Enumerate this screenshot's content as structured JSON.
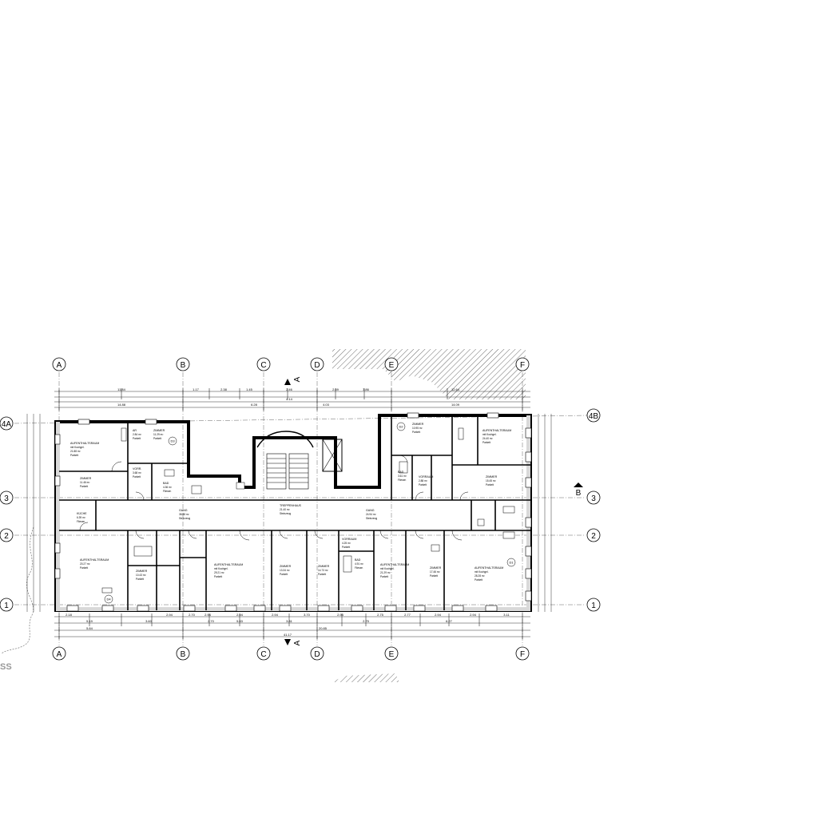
{
  "grid_axes": {
    "columns": [
      "A",
      "B",
      "C",
      "D",
      "E",
      "F"
    ],
    "rows": [
      "4A",
      "4B",
      "3",
      "2",
      "1"
    ],
    "row_3_left": "3",
    "row_3_right": "3",
    "row_2_left": "2",
    "row_2_right": "2",
    "row_1_left": "1",
    "row_1_right": "1"
  },
  "section_markers": {
    "a_top": "A",
    "a_bottom": "A",
    "b_right": "B"
  },
  "dimensions": {
    "top_row1": [
      "11.84",
      "1.17",
      "2.38",
      "1.45",
      "2.46",
      "2.69",
      "3.86",
      "12.64"
    ],
    "top_row2": [
      "14.88",
      "6.28",
      "4.14",
      "4.03",
      "14.09"
    ],
    "bottom_row1": [
      "2.18",
      "2.94",
      "2.70",
      "2.94",
      "2.94",
      "2.94",
      "3.70",
      "2.94",
      "2.75",
      "2.77",
      "2.94",
      "2.94",
      "3.11"
    ],
    "bottom_row2": [
      "5.19",
      "3.60",
      "2.70",
      "5.83",
      "3.81",
      "2.75",
      "6.27"
    ],
    "bottom_row3": [
      "5.84",
      "41.17",
      "20.85"
    ]
  },
  "rooms": [
    {
      "name": "AUFENTHALTSRAUM",
      "sub": "mit Kochgel.",
      "area": "21.88 m²",
      "floor": "Parkett"
    },
    {
      "name": "AR",
      "sub": "",
      "area": "2.84 m²",
      "floor": "Parkett"
    },
    {
      "name": "ZIMMER",
      "sub": "",
      "area": "11.29 m²",
      "floor": "Parkett"
    },
    {
      "name": "ZIMMER",
      "sub": "",
      "area": "11.46 m²",
      "floor": "Parkett"
    },
    {
      "name": "VORR.",
      "sub": "",
      "area": "3.68 m²",
      "floor": "Parkett"
    },
    {
      "name": "BAD",
      "sub": "",
      "area": "4.36 m²",
      "floor": "Fliesen"
    },
    {
      "name": "KÜCHE",
      "sub": "",
      "area": "6.39 m²",
      "floor": "Fliesen"
    },
    {
      "name": "GANG",
      "sub": "",
      "area": "38.88 m²",
      "floor": "Steinzeug"
    },
    {
      "name": "TREPPENHAUS",
      "sub": "",
      "area": "21.40 m²",
      "floor": "Steinzeug"
    },
    {
      "name": "GANG",
      "sub": "",
      "area": "24.94 m²",
      "floor": "Steinzeug"
    },
    {
      "name": "ZIMMER",
      "sub": "",
      "area": "10.95 m²",
      "floor": "Parkett"
    },
    {
      "name": "AUFENTHALTSRAUM",
      "sub": "mit Kochgel.",
      "area": "24.40 m²",
      "floor": "Parkett"
    },
    {
      "name": "ZIMMER",
      "sub": "",
      "area": "15.45 m²",
      "floor": "Parkett"
    },
    {
      "name": "BAD",
      "sub": "",
      "area": "3.61 m²",
      "floor": "Fliesen"
    },
    {
      "name": "VORRAUM",
      "sub": "",
      "area": "2.88 m²",
      "floor": "Parkett"
    },
    {
      "name": "AUFENTHALTSRAUM",
      "sub": "",
      "area": "20.27 m²",
      "floor": "Parkett"
    },
    {
      "name": "ZIMMER",
      "sub": "",
      "area": "10.43 m²",
      "floor": "Parkett"
    },
    {
      "name": "AUFENTHALTSRAUM",
      "sub": "mit Kochgel.",
      "area": "29.21 m²",
      "floor": "Parkett"
    },
    {
      "name": "ZIMMER",
      "sub": "",
      "area": "13.34 m²",
      "floor": "Parkett"
    },
    {
      "name": "ZIMMER",
      "sub": "",
      "area": "14.73 m²",
      "floor": "Parkett"
    },
    {
      "name": "VORRAUM",
      "sub": "",
      "area": "4.25 m²",
      "floor": "Parkett"
    },
    {
      "name": "BAD",
      "sub": "",
      "area": "4.91 m²",
      "floor": "Fliesen"
    },
    {
      "name": "AUFENTHALTSRAUM",
      "sub": "mit Kochgel.",
      "area": "21.29 m²",
      "floor": "Parkett"
    },
    {
      "name": "ZIMMER",
      "sub": "",
      "area": "17.46 m²",
      "floor": "Parkett"
    },
    {
      "name": "AUFENTHALTSRAUM",
      "sub": "mit Kochgel.",
      "area": "28.28 m²",
      "floor": "Parkett"
    }
  ],
  "door_tags": [
    "D1",
    "D2",
    "D3",
    "D4"
  ],
  "edge_text": "SS"
}
